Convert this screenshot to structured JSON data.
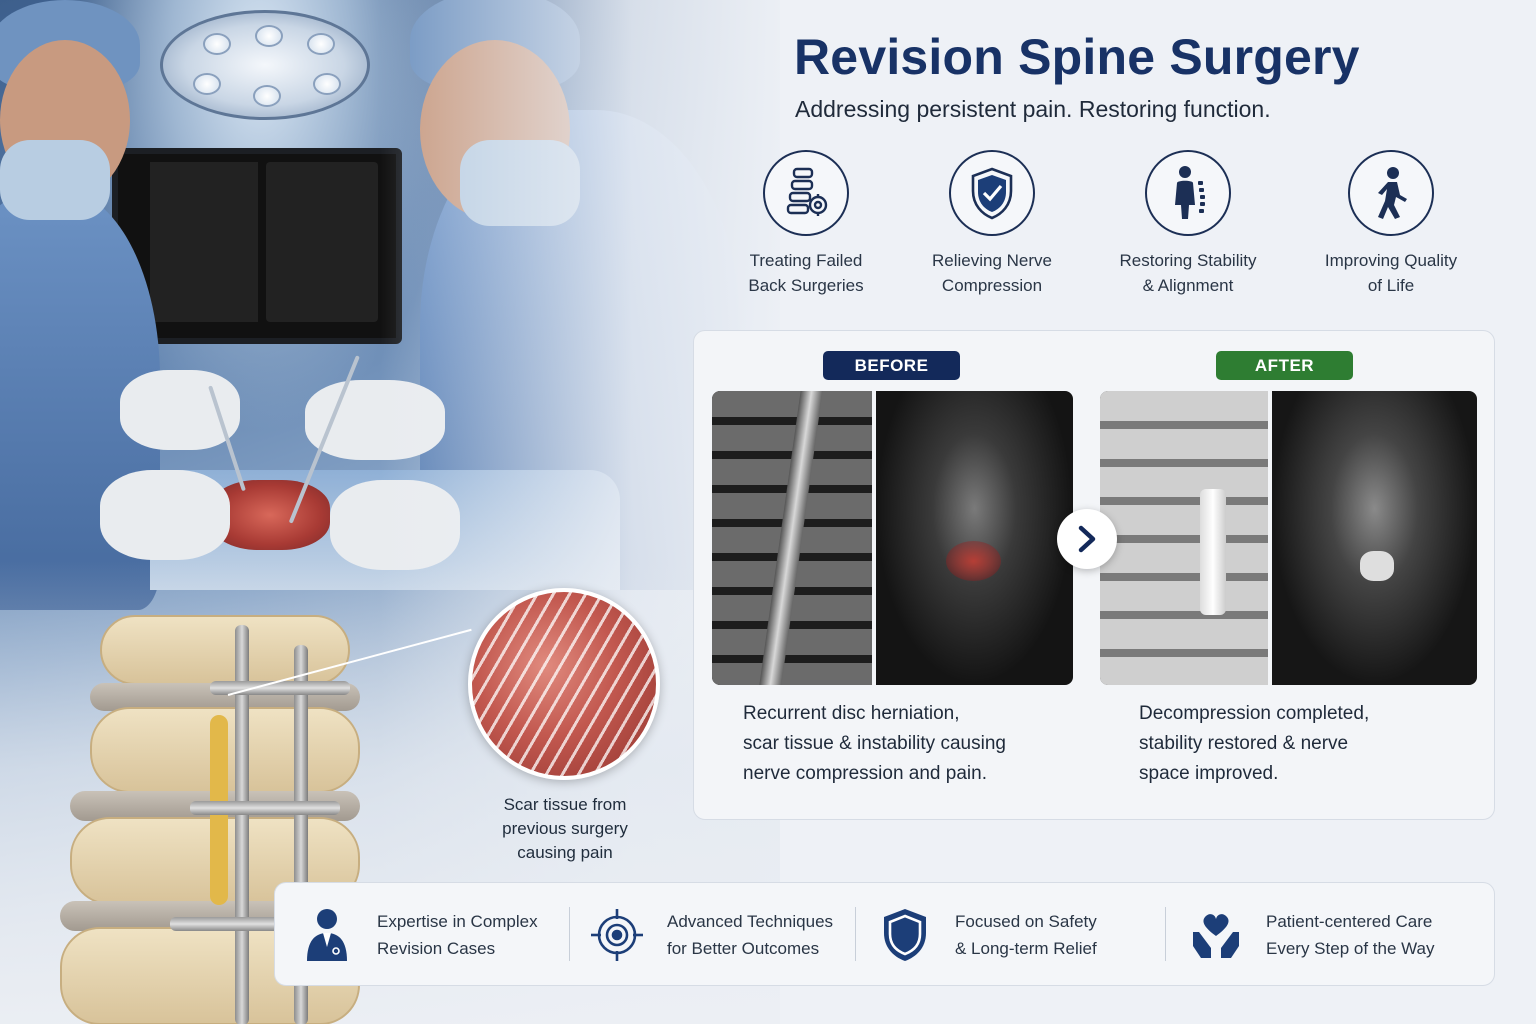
{
  "header": {
    "title": "Revision Spine Surgery",
    "subtitle": "Addressing persistent pain. Restoring function."
  },
  "features": [
    {
      "icon": "spine-icon",
      "line1": "Treating Failed",
      "line2": "Back Surgeries"
    },
    {
      "icon": "shield-check-icon",
      "line1": "Relieving Nerve",
      "line2": "Compression"
    },
    {
      "icon": "body-alignment-icon",
      "line1": "Restoring Stability",
      "line2": "& Alignment"
    },
    {
      "icon": "walking-person-icon",
      "line1": "Improving Quality",
      "line2": "of Life"
    }
  ],
  "before_after": {
    "before_label": "BEFORE",
    "after_label": "AFTER",
    "before_text": [
      "Recurrent disc herniation,",
      "scar tissue & instability causing",
      "nerve compression and pain."
    ],
    "after_text": [
      "Decompression completed,",
      "stability restored & nerve",
      "space improved."
    ],
    "colors": {
      "before": "#13295a",
      "after": "#2e7d32"
    }
  },
  "illustration": {
    "scar_caption": [
      "Scar tissue from",
      "previous surgery",
      "causing pain"
    ]
  },
  "benefits": [
    {
      "icon": "surgeon-icon",
      "line1": "Expertise in Complex",
      "line2": "Revision Cases"
    },
    {
      "icon": "target-icon",
      "line1": "Advanced Techniques",
      "line2": "for Better Outcomes"
    },
    {
      "icon": "shield-icon",
      "line1": "Focused on Safety",
      "line2": "& Long-term Relief"
    },
    {
      "icon": "heart-hands-icon",
      "line1": "Patient-centered Care",
      "line2": "Every Step of the Way"
    }
  ],
  "colors": {
    "navy": "#183266",
    "accent_dark": "#1c2f55"
  }
}
